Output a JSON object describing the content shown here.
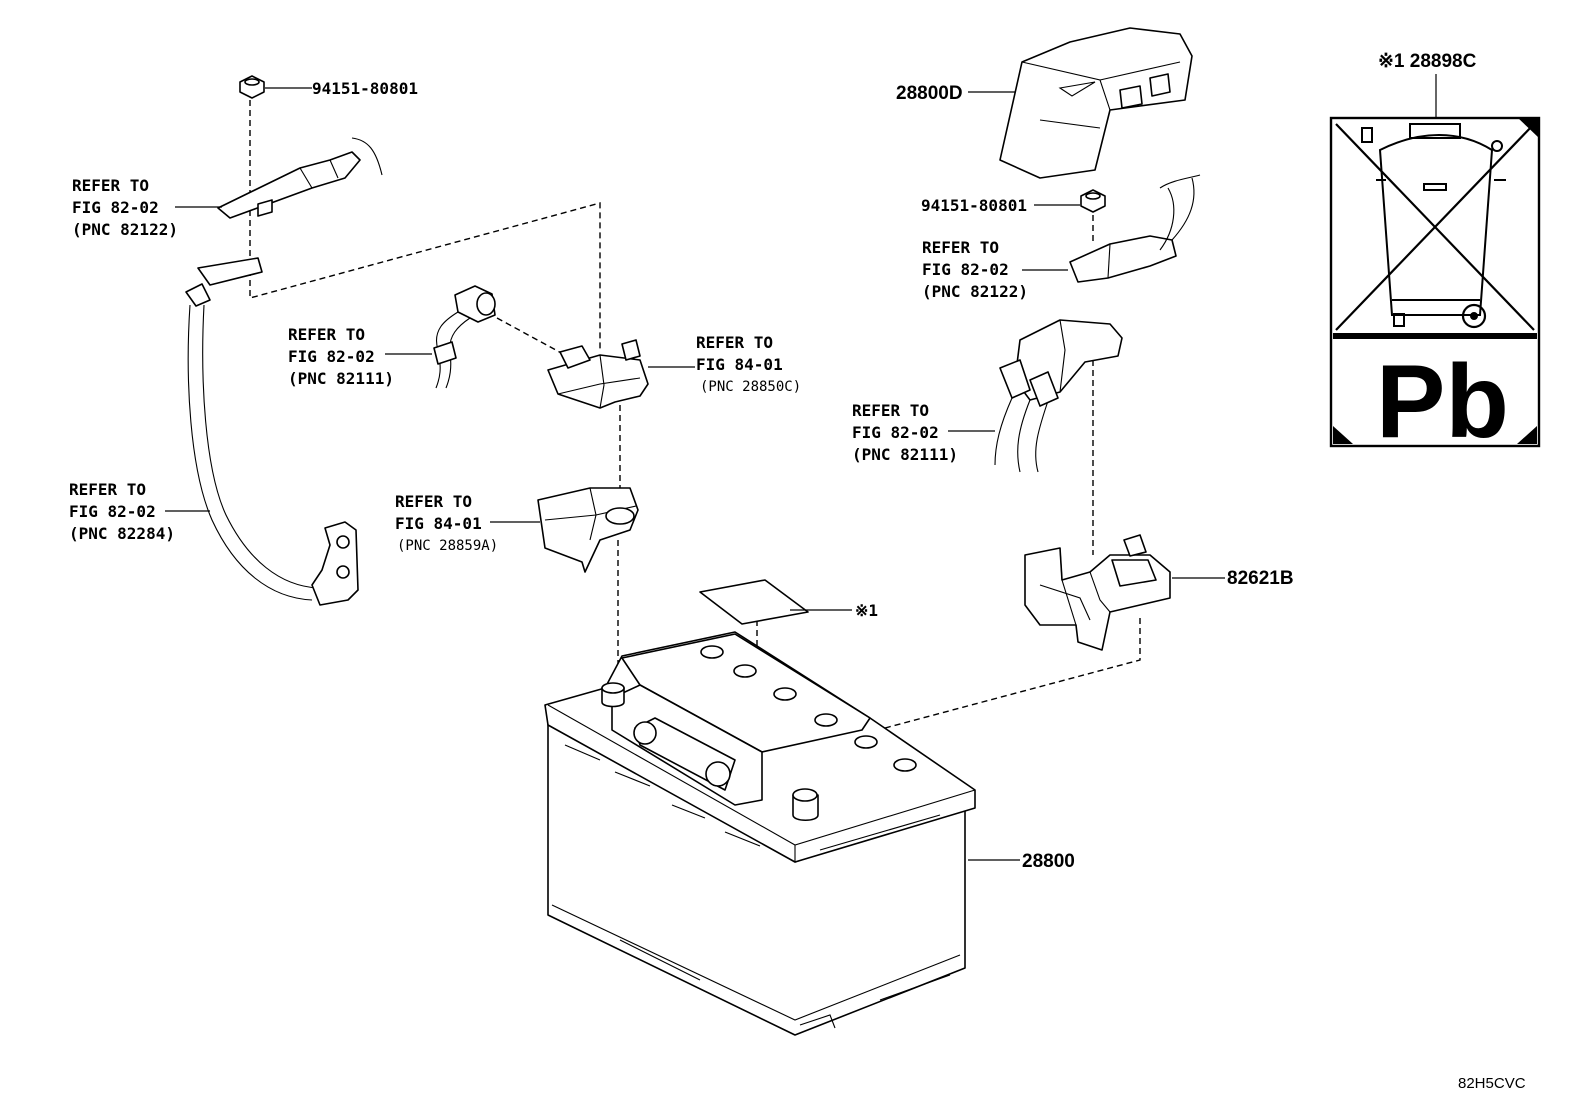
{
  "callouts": {
    "bolt_left": "94151-80801",
    "ref_cable_left": [
      "REFER TO",
      "FIG 82-02",
      "(PNC 82122)"
    ],
    "ref_wire_mid": [
      "REFER TO",
      "FIG 82-02",
      "(PNC 82111)"
    ],
    "ref_ground_cable": [
      "REFER TO",
      "FIG 82-02",
      "(PNC 82284)"
    ],
    "ref_sensor_top": [
      "REFER TO",
      "FIG 84-01",
      "(PNC 28850C)"
    ],
    "ref_sensor_bracket": [
      "REFER TO",
      "FIG 84-01",
      "(PNC 28859A)"
    ],
    "cover": "28800D",
    "bolt_right": "94151-80801",
    "ref_cable_right": [
      "REFER TO",
      "FIG 82-02",
      "(PNC 82122)"
    ],
    "ref_wire_right": [
      "REFER TO",
      "FIG 82-02",
      "(PNC 82111)"
    ],
    "terminal_cover": "82621B",
    "label_sheet": "※1",
    "battery": "28800",
    "recycle_label": "※1 28898C"
  },
  "recycle_symbol": {
    "text": "Pb"
  },
  "diagram_id": "82H5CVC"
}
